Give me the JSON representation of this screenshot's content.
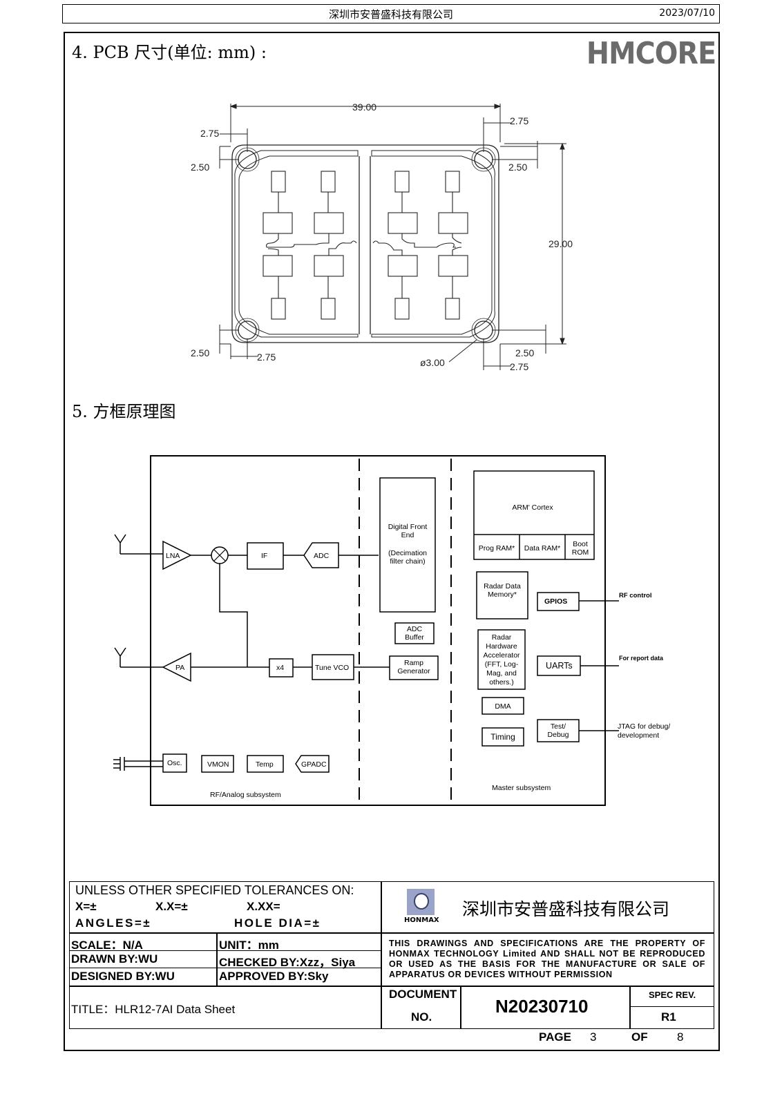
{
  "header": {
    "company": "深圳市安普盛科技有限公司",
    "date": "2023/07/10"
  },
  "logo": "HMCORE",
  "section4": {
    "title": "4.  PCB 尺寸(单位: mm) :"
  },
  "pcb": {
    "width": "39.00",
    "height": "29.00",
    "dims": [
      "2.75",
      "2.50",
      "2.75",
      "2.50",
      "2.50",
      "2.75",
      "2.50",
      "2.75"
    ],
    "hole": "ø3.00"
  },
  "section5": {
    "title": "5.  方框原理图"
  },
  "block": {
    "lna": "LNA",
    "if": "IF",
    "adc": "ADC",
    "pa": "PA",
    "x4": "x4",
    "tune_vco": "Tune VCO",
    "osc": "Osc.",
    "vmon": "VMON",
    "temp": "Temp",
    "gpadc": "GPADC",
    "rf_label": "RF/Analog subsystem",
    "dfe1": "Digital Front",
    "dfe2": "End",
    "dfe3": "(Decimation",
    "dfe4": "filter chain)",
    "adcbuf1": "ADC",
    "adcbuf2": "Buffer",
    "ramp1": "Ramp",
    "ramp2": "Generator",
    "arm": "ARM' Cortex",
    "prog_ram": "Prog RAM*",
    "data_ram": "Data RAM*",
    "boot1": "Boot",
    "boot2": "ROM",
    "rdm1": "Radar Data",
    "rdm2": "Memory*",
    "gpios": "GPIOS",
    "rf_control": "RF control",
    "rha1": "Radar",
    "rha2": "Hardware",
    "rha3": "Accelerator",
    "rha4": "(FFT, Log-",
    "rha5": "Mag, and",
    "rha6": "others.)",
    "uarts": "UARTs",
    "report": "For report data",
    "dma": "DMA",
    "timing": "Timing",
    "test1": "Test/",
    "test2": "Debug",
    "jtag1": "JTAG for debug/",
    "jtag2": "development",
    "master_label": "Master subsystem"
  },
  "titleblock": {
    "tol_line1": "UNLESS OTHER SPECIFIED TOLERANCES ON:",
    "x": "X=±",
    "xx": "X.X=±",
    "xxx": "X.XX=",
    "angles": "ANGLES=±",
    "hole_dia": "HOLE DIA=±",
    "company": "深圳市安普盛科技有限公司",
    "logo_text": "HONMAX",
    "scale": "SCALE：N/A",
    "unit": "UNIT：mm",
    "drawn": "DRAWN BY:WU",
    "checked": "CHECKED BY:Xzz，Siya",
    "designed": "DESIGNED BY:WU",
    "approved": "APPROVED BY:Sky",
    "property": "THIS DRAWINGS AND SPECIFICATIONS ARE THE PROPERTY OF HONMAX TECHNOLOGY Limited AND SHALL NOT BE REPRODUCED OR USED AS THE BASIS FOR THE MANUFACTURE OR SALE OF APPARATUS OR DEVICES WITHOUT PERMISSION",
    "title": "TITLE：HLR12-7AI Data Sheet",
    "document": "DOCUMENT",
    "no": "NO.",
    "doc_no": "N20230710",
    "spec_rev": "SPEC REV.",
    "rev": "R1",
    "page_label": "PAGE",
    "page": "3",
    "of_label": "OF",
    "of": "8"
  }
}
